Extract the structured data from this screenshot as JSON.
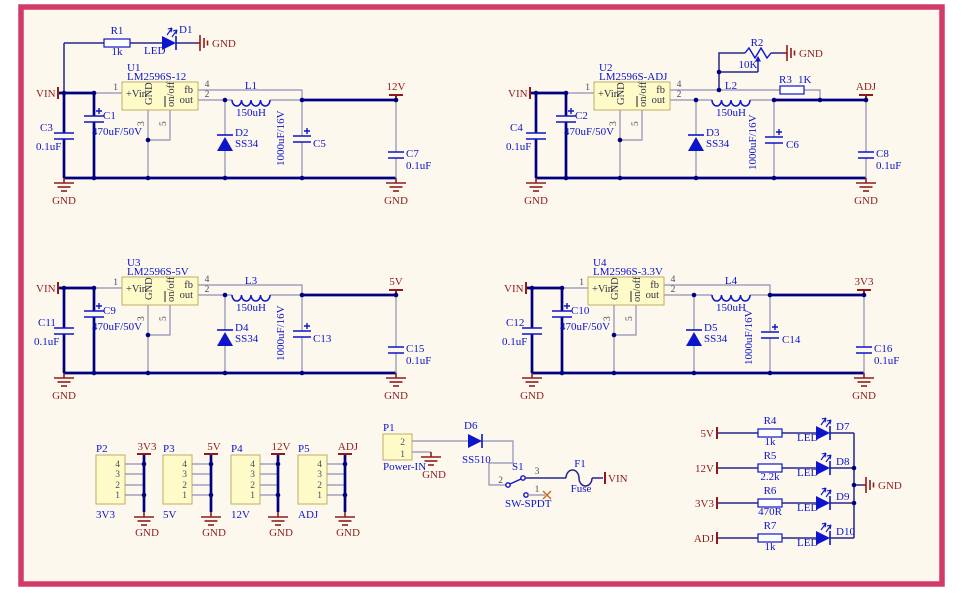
{
  "sheet": {
    "border_color": "#d23b68",
    "background": "#fdf8ee"
  },
  "nets": {
    "vin": "VIN",
    "gnd": "GND"
  },
  "chip_pins": {
    "n1": "1",
    "n2": "2",
    "n3": "3",
    "n4": "4",
    "n5": "5",
    "vin": "+Vin",
    "gnd": "GND",
    "onoff": "on/off",
    "fb": "fb",
    "out": "out"
  },
  "circuits": [
    {
      "ref": "U1",
      "part": "LM2596S-12",
      "out_net": "12V",
      "cb_in_ref": "C3",
      "cb_in_val": "0.1uF",
      "cin_ref": "C1",
      "cin_val": "470uF/50V",
      "d_ref": "D2",
      "d_val": "SS34",
      "l_ref": "L1",
      "l_val": "150uH",
      "cout_ref": "C5",
      "cout_val": "1000uF/16V",
      "cb_out_ref": "C7",
      "cb_out_val": "0.1uF"
    },
    {
      "ref": "U2",
      "part": "LM2596S-ADJ",
      "out_net": "ADJ",
      "cb_in_ref": "C4",
      "cb_in_val": "0.1uF",
      "cin_ref": "C2",
      "cin_val": "470uF/50V",
      "d_ref": "D3",
      "d_val": "SS34",
      "l_ref": "L2",
      "l_val": "150uH",
      "cout_ref": "C6",
      "cout_val": "1000uF/16V",
      "cb_out_ref": "C8",
      "cb_out_val": "0.1uF",
      "pot_ref": "R2",
      "pot_val": "10K",
      "rfb_ref": "R3",
      "rfb_val": "1K"
    },
    {
      "ref": "U3",
      "part": "LM2596S-5V",
      "out_net": "5V",
      "cb_in_ref": "C11",
      "cb_in_val": "0.1uF",
      "cin_ref": "C9",
      "cin_val": "470uF/50V",
      "d_ref": "D4",
      "d_val": "SS34",
      "l_ref": "L3",
      "l_val": "150uH",
      "cout_ref": "C13",
      "cout_val": "1000uF/16V",
      "cb_out_ref": "C15",
      "cb_out_val": "0.1uF"
    },
    {
      "ref": "U4",
      "part": "LM2596S-3.3V",
      "out_net": "3V3",
      "cb_in_ref": "C12",
      "cb_in_val": "0.1uF",
      "cin_ref": "C10",
      "cin_val": "470uF/50V",
      "d_ref": "D5",
      "d_val": "SS34",
      "l_ref": "L4",
      "l_val": "150uH",
      "cout_ref": "C14",
      "cout_val": "1000uF/16V",
      "cb_out_ref": "C16",
      "cb_out_val": "0.1uF"
    }
  ],
  "vin_led": {
    "r_ref": "R1",
    "r_val": "1k",
    "label": "LED",
    "d_ref": "D1"
  },
  "connectors": [
    {
      "ref": "P2",
      "net": "3V3",
      "pins": [
        "4",
        "3",
        "2",
        "1"
      ]
    },
    {
      "ref": "P3",
      "net": "5V",
      "pins": [
        "4",
        "3",
        "2",
        "1"
      ]
    },
    {
      "ref": "P4",
      "net": "12V",
      "pins": [
        "4",
        "3",
        "2",
        "1"
      ]
    },
    {
      "ref": "P5",
      "net": "ADJ",
      "pins": [
        "4",
        "3",
        "2",
        "1"
      ]
    }
  ],
  "power_in": {
    "ref": "P1",
    "name": "Power-IN",
    "pin2": "2",
    "pin1": "1",
    "d_ref": "D6",
    "d_val": "SS510",
    "sw_ref": "S1",
    "sw_name": "SW-SPDT",
    "sw_pin1": "1",
    "sw_pin2": "2",
    "sw_pin3": "3",
    "f_ref": "F1",
    "f_val": "Fuse"
  },
  "indicators": [
    {
      "net": "5V",
      "r_ref": "R4",
      "r_val": "1k",
      "label": "LED",
      "d_ref": "D7"
    },
    {
      "net": "12V",
      "r_ref": "R5",
      "r_val": "2.2k",
      "label": "LED",
      "d_ref": "D8"
    },
    {
      "net": "3V3",
      "r_ref": "R6",
      "r_val": "470R",
      "label": "LED",
      "d_ref": "D9"
    },
    {
      "net": "ADJ",
      "r_ref": "R7",
      "r_val": "1k",
      "label": "LED",
      "d_ref": "D10"
    }
  ]
}
